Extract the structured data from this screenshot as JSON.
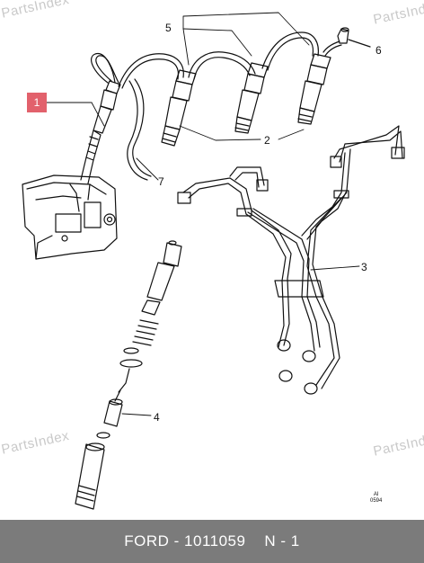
{
  "watermark": {
    "text": "PartsIndex"
  },
  "callouts": {
    "c1": "1",
    "c2": "2",
    "c3": "3",
    "c4": "4",
    "c5": "5",
    "c6": "6",
    "c7": "7"
  },
  "highlight_color": "#e2616c",
  "reference": {
    "line1": "AI",
    "line2": "0594"
  },
  "footer": {
    "brand": "FORD",
    "sep1": " - ",
    "part_number": "1011059",
    "position": "N - 1"
  }
}
